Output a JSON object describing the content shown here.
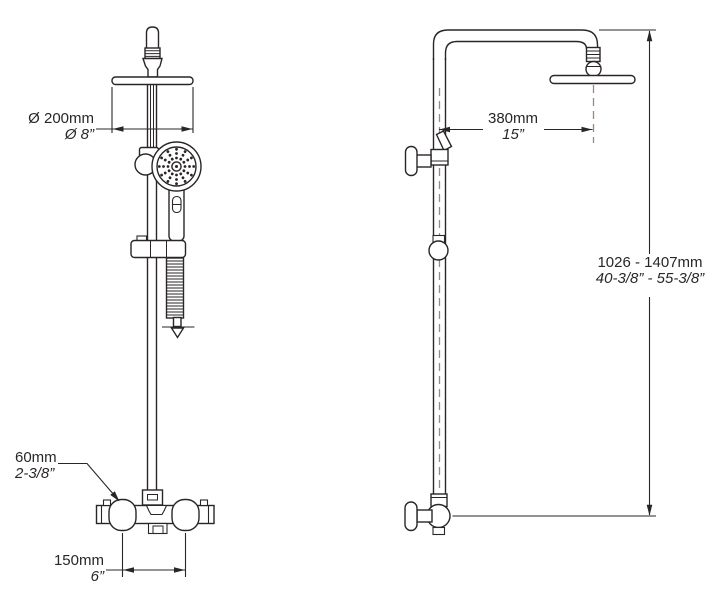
{
  "drawing": {
    "type": "product dimension drawing",
    "subject": "thermostatic shower column with rain head and hand shower, front and side views"
  },
  "labels": {
    "head_diameter": {
      "mm": "Ø 200mm",
      "inch": "Ø 8”"
    },
    "arm_reach": {
      "mm": "380mm",
      "inch": "15”"
    },
    "height_range": {
      "mm": "1026 - 1407mm",
      "inch": "40-3/8” - 55-3/8”"
    },
    "valve_height": {
      "mm": "60mm",
      "inch": "2-3/8”"
    },
    "outlet_spacing": {
      "mm": "150mm",
      "inch": "6”"
    }
  },
  "colors": {
    "line": "#2a2627",
    "centerline": "#9b8878",
    "background": "#ffffff"
  }
}
